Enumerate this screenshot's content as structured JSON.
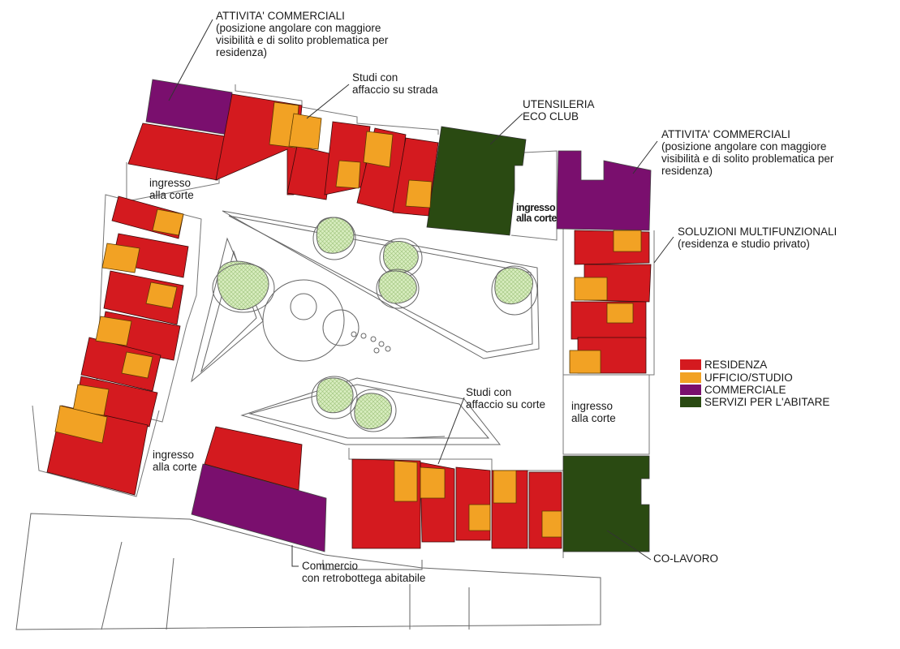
{
  "colors": {
    "residenza": "#d41a1f",
    "ufficio": "#f2a224",
    "commerciale": "#7a0f6e",
    "servizi": "#2a4a12",
    "tree": "#cfe8b0",
    "line": "#555555"
  },
  "labels": {
    "commerciali_top": "ATTIVITA' COMMERCIALI\n(posizione angolare con maggiore\nvisibilità e di solito problematica per\nresidenza)",
    "studi_strada": "Studi con\naffaccio su strada",
    "utensileria": "UTENSILERIA\nECO CLUB",
    "commerciali_right": "ATTIVITA' COMMERCIALI\n(posizione angolare con maggiore\nvisibilità e di solito problematica per\nresidenza)",
    "multifunzionali": "SOLUZIONI MULTIFUNZIONALI\n(residenza e studio privato)",
    "ingresso_top_left": "ingresso\nalla corte",
    "ingresso_center": "ingresso\nalla corte",
    "ingresso_right": "ingresso\nalla corte",
    "ingresso_bottom_left": "ingresso\nalla corte",
    "studi_corte": "Studi con\naffaccio su corte",
    "commercio": "Commercio\ncon retrobottega abitabile",
    "colavoro": "CO-LAVORO"
  },
  "legend": [
    {
      "label": "RESIDENZA",
      "color": "#d41a1f"
    },
    {
      "label": "UFFICIO/STUDIO",
      "color": "#f2a224"
    },
    {
      "label": "COMMERCIALE",
      "color": "#7a0f6e"
    },
    {
      "label": "SERVIZI PER L'ABITARE",
      "color": "#2a4a12"
    }
  ]
}
